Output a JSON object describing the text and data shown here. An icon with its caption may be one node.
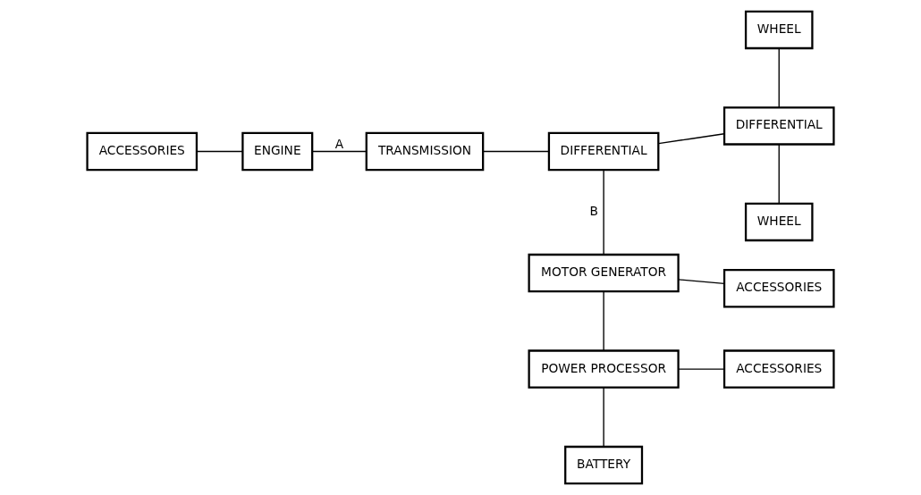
{
  "diagram": {
    "nodes": [
      {
        "text": [
          "ACCESSORIES"
        ]
      },
      {
        "text": [
          "ENGINE"
        ]
      },
      {
        "text": [
          "TRANSMISSION"
        ]
      },
      {
        "text": [
          "DIFFERENTIAL"
        ]
      },
      {
        "text": [
          "WHEEL"
        ]
      },
      {
        "text": [
          "DIFFERENTIAL"
        ]
      },
      {
        "text": [
          "WHEEL"
        ]
      },
      {
        "text": [
          "ACCESSORIES"
        ]
      },
      {
        "text": [
          "MOTOR GENERATOR"
        ]
      },
      {
        "text": [
          "POWER PROCESSOR"
        ]
      },
      {
        "text": [
          "ACCESSORIES"
        ]
      },
      {
        "text": [
          "BATTERY"
        ]
      }
    ],
    "edges": [
      {
        "from": 0,
        "to": 1,
        "arrow": "none"
      },
      {
        "from": 1,
        "to": 2,
        "arrow": "none",
        "label": "A"
      },
      {
        "from": 2,
        "to": 3,
        "arrow": "none"
      },
      {
        "from": 3,
        "to": 5,
        "arrow": "none"
      },
      {
        "from": 4,
        "to": 5,
        "arrow": "none"
      },
      {
        "from": 5,
        "to": 6,
        "arrow": "none"
      },
      {
        "from": 3,
        "to": 8,
        "arrow": "none",
        "label": "B"
      },
      {
        "from": 8,
        "to": 7,
        "arrow": "none"
      },
      {
        "from": 8,
        "to": 9,
        "arrow": "none"
      },
      {
        "from": 9,
        "to": 10,
        "arrow": "none"
      },
      {
        "from": 9,
        "to": 11,
        "arrow": "none"
      }
    ]
  }
}
